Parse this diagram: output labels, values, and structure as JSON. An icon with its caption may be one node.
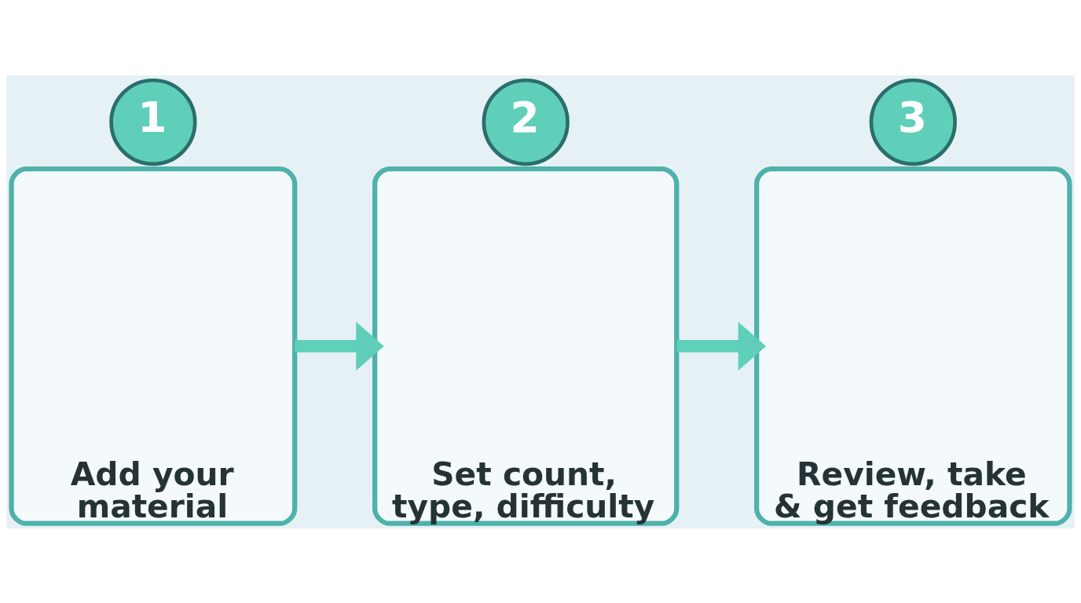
{
  "diagram": {
    "nodes": [
      {
        "text": [
          "1"
        ]
      },
      {
        "text": [
          "Add your material"
        ]
      },
      {
        "text": [
          "2"
        ]
      },
      {
        "text": [
          "Set count, type, difficulty"
        ]
      },
      {
        "text": [
          "3"
        ]
      },
      {
        "text": [
          "Review, take & get feedback"
        ]
      }
    ],
    "edges": [
      {
        "from": 1,
        "to": 3,
        "arrow": "to"
      },
      {
        "from": 3,
        "to": 5,
        "arrow": "to"
      }
    ]
  }
}
